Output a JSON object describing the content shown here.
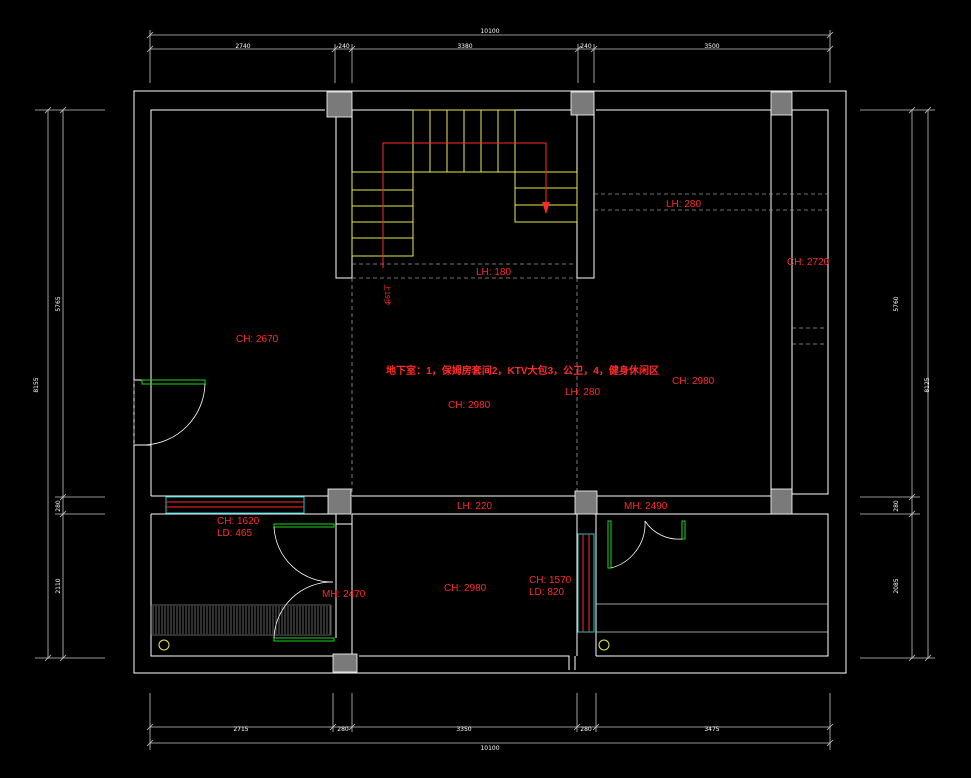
{
  "title": "地下室：1，保姆房套间2，KTV大包3，公卫，4，健身休闲区",
  "stair_label": "上19步",
  "dims": {
    "top": {
      "total": "10100",
      "segments": [
        "2740",
        "240",
        "3380",
        "240",
        "3500"
      ]
    },
    "bottom": {
      "total": "10100",
      "segments": [
        "2715",
        "280",
        "3350",
        "280",
        "3475"
      ]
    },
    "left": {
      "total": "8155",
      "segments": [
        "5765",
        "280",
        "2110"
      ]
    },
    "right": {
      "total": "8125",
      "segments": [
        "5760",
        "280",
        "2085"
      ]
    }
  },
  "labels": {
    "ch_2670": "CH: 2670",
    "ch_2980_center": "CH: 2980",
    "ch_2980_right": "CH: 2980",
    "ch_2720": "CH: 2720",
    "lh_280_top": "LH: 280",
    "lh_180": "LH: 180",
    "lh_280_mid": "LH: 280",
    "lh_220": "LH: 220",
    "ch_1620": "CH: 1620",
    "ld_465": "LD: 465",
    "mh_2470": "MH: 2470",
    "ch_2980_bottom": "CH: 2980",
    "ch_1570": "CH: 1570",
    "ld_820": "LD: 820",
    "mh_2490": "MH: 2490"
  },
  "colors": {
    "wall": "#ffffff",
    "annotation": "#ff2a2a",
    "stair": "#e8e84a",
    "door": "#1fd31f",
    "glass": "#21c6c6",
    "column": "#7a7a7a"
  }
}
